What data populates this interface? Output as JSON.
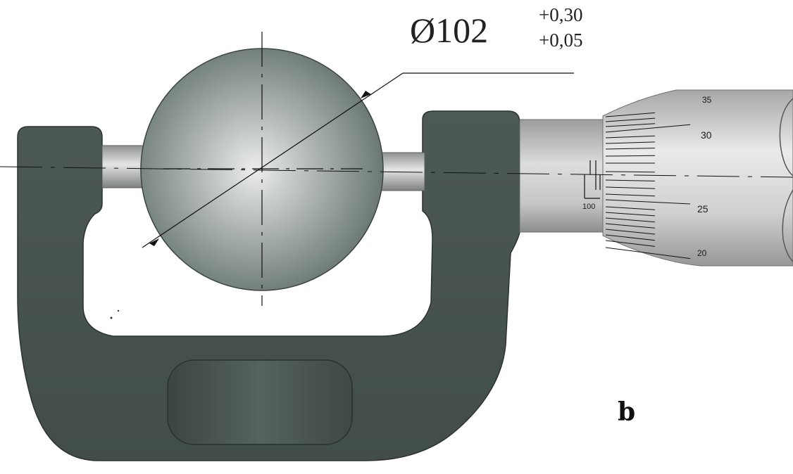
{
  "dimension": {
    "symbol": "Ø",
    "nominal": "102",
    "upper_tolerance": "+0,30",
    "lower_tolerance": "+0,05"
  },
  "thimble_scale": {
    "labels": [
      "35",
      "30",
      "25",
      "20"
    ]
  },
  "sleeve_scale": {
    "label": "100"
  },
  "panel_label": "b",
  "colors": {
    "frame": "#4a5650",
    "frame_dark": "#343d39",
    "ball": "#6f7a74",
    "ball_highlight": "#e6e8e6",
    "metal": "#c4c6c4",
    "metal_dark": "#8e918f",
    "line": "#111111"
  }
}
